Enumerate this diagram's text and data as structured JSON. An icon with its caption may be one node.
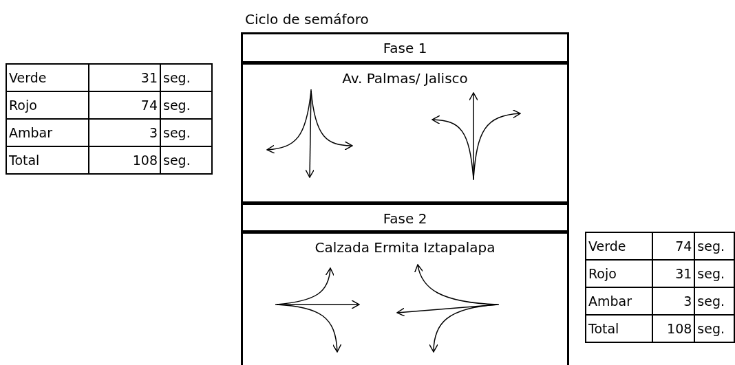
{
  "diagram": {
    "title": "Ciclo de semáforo",
    "nodes": [
      {
        "text": [
          "Fase 1"
        ]
      },
      {
        "text": [
          "Av. Palmas/ Jalisco"
        ]
      },
      {
        "text": [
          "Fase 2"
        ]
      },
      {
        "text": [
          "Calzada Ermita Iztapalapa"
        ]
      }
    ],
    "edges": [],
    "labels": [
      "Verde",
      "31",
      "seg.",
      "Rojo",
      "74",
      "seg.",
      "Ambar",
      "3",
      "seg.",
      "Total",
      "108",
      "seg.",
      "Verde",
      "74",
      "seg.",
      "Rojo",
      "31",
      "seg.",
      "Ambar",
      "3",
      "seg.",
      "Total",
      "108",
      "seg."
    ]
  }
}
